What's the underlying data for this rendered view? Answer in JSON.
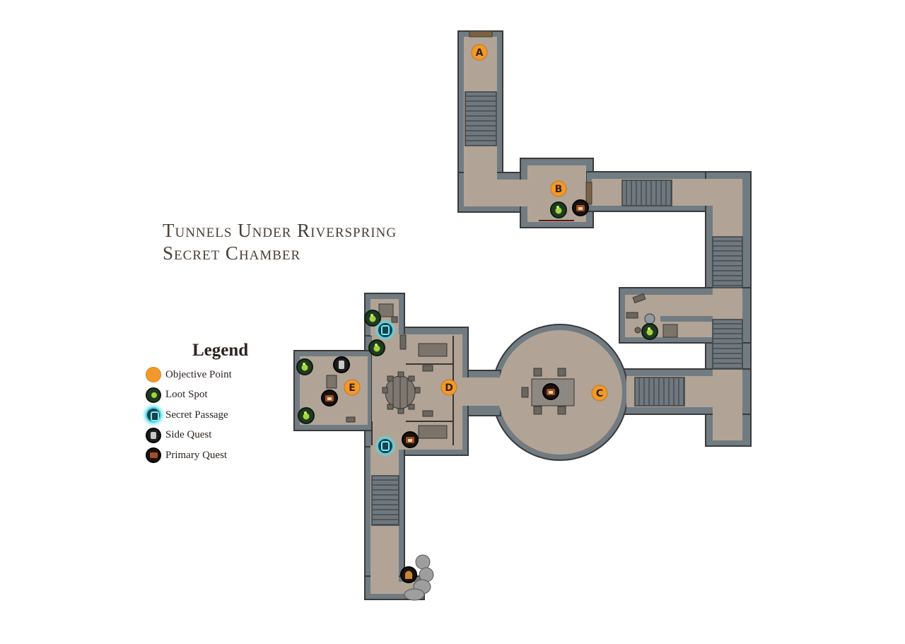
{
  "map": {
    "title_line1": "Tunnels Under Riverspring",
    "title_line2": "Secret Chamber"
  },
  "objectives": [
    "A",
    "B",
    "C",
    "D",
    "E"
  ],
  "legend": {
    "title": "Legend",
    "items": [
      {
        "label": "Objective Point",
        "icon": "objective-point-icon"
      },
      {
        "label": "Loot Spot",
        "icon": "loot-spot-icon"
      },
      {
        "label": "Secret Passage",
        "icon": "secret-passage-icon"
      },
      {
        "label": "Side Quest",
        "icon": "side-quest-icon"
      },
      {
        "label": "Primary Quest",
        "icon": "primary-quest-icon"
      }
    ]
  },
  "colors": {
    "floor": "#b1a496",
    "wall": "#717b82",
    "wall_outline": "#3a3a3a",
    "objective": "#f19a2b",
    "loot": "#1e3b22",
    "secret_glow": "#5ad8ea",
    "quest": "#1a1210"
  }
}
